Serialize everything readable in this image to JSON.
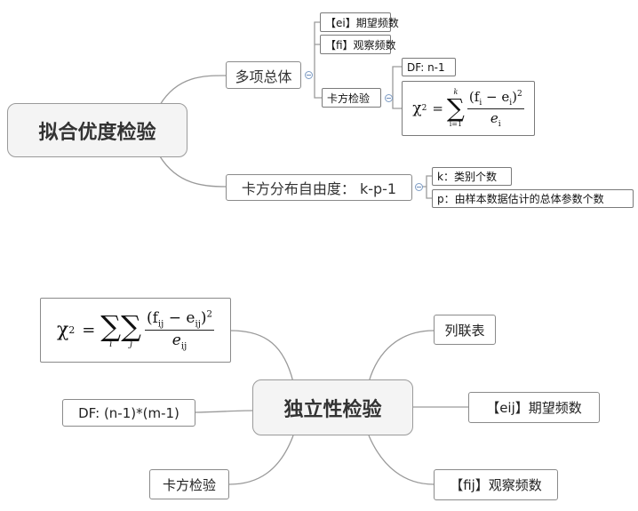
{
  "top": {
    "root": "拟合优度检验",
    "branch_multinomial": "多项总体",
    "ei_label": "【ei】期望频数",
    "fi_label": "【fi】观察频数",
    "chi_test_label": "卡方检验",
    "df_label": "DF: n-1",
    "formula_chi": "χ",
    "formula_exp": "2",
    "formula_eq": "=",
    "sum_upper": "k",
    "sum_lower": "i=1",
    "frac_num": "(f",
    "frac_num_sub": "i",
    "frac_minus": " − e",
    "frac_num_sub2": "i",
    "frac_close": ")",
    "frac_num_exp": "2",
    "frac_den": "e",
    "frac_den_sub": "i",
    "branch_df": "卡方分布自由度： k-p-1",
    "k_label": "k：类别个数",
    "p_label": "p：由样本数据估计的总体参数个数"
  },
  "bottom": {
    "root": "独立性检验",
    "contingency": "列联表",
    "eij_label": "【eij】期望频数",
    "fij_label": "【fij】观察频数",
    "chi_test_label": "卡方检验",
    "df_label": "DF: (n-1)*(m-1)",
    "formula_chi": "χ",
    "formula_exp": "2",
    "formula_eq": "=",
    "sum_i": "i",
    "sum_j": "j",
    "frac_num": "(f",
    "frac_num_sub": "ij",
    "frac_minus": " − e",
    "frac_num_sub2": "ij",
    "frac_close": ")",
    "frac_num_exp": "2",
    "frac_den": "e",
    "frac_den_sub": "ij"
  }
}
